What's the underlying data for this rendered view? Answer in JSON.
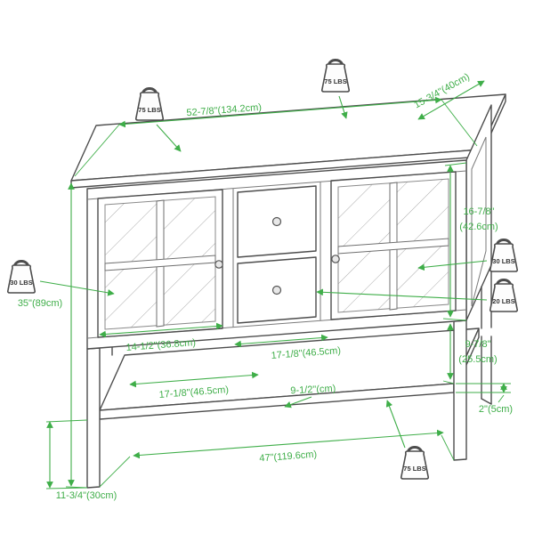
{
  "colors": {
    "outline": "#4d4d4d",
    "dimension_green": "#3fae49"
  },
  "icon": "kettlebell-weight-icon",
  "dimensions": {
    "top_width": "52-7/8\"(134.2cm)",
    "top_depth": "15-3/4\"(40cm)",
    "upper_height_in": "16-7/8\"",
    "upper_height_cm": "(42.6cm)",
    "overall_height": "35\"(89cm)",
    "door_width": "14-1/2\"(36.8cm)",
    "opening_width_upper": "17-1/8\"(46.5cm)",
    "opening_width_lower": "17-1/8\"(46.5cm)",
    "shelf_clearance": "9-1/2\"(cm)",
    "lower_height_in": "9-7/8\"",
    "lower_height_cm": "(25.5cm)",
    "shelf_thickness": "2\"(5cm)",
    "shelf_width": "47\"(119.6cm)",
    "leg_height": "11-3/4\"(30cm)"
  },
  "weight_ratings": {
    "top_left": "75 LBS",
    "top_center": "75 LBS",
    "left_door": "30 LBS",
    "right_door": "30 LBS",
    "drawer": "20 LBS",
    "bottom_shelf": "75 LBS"
  }
}
